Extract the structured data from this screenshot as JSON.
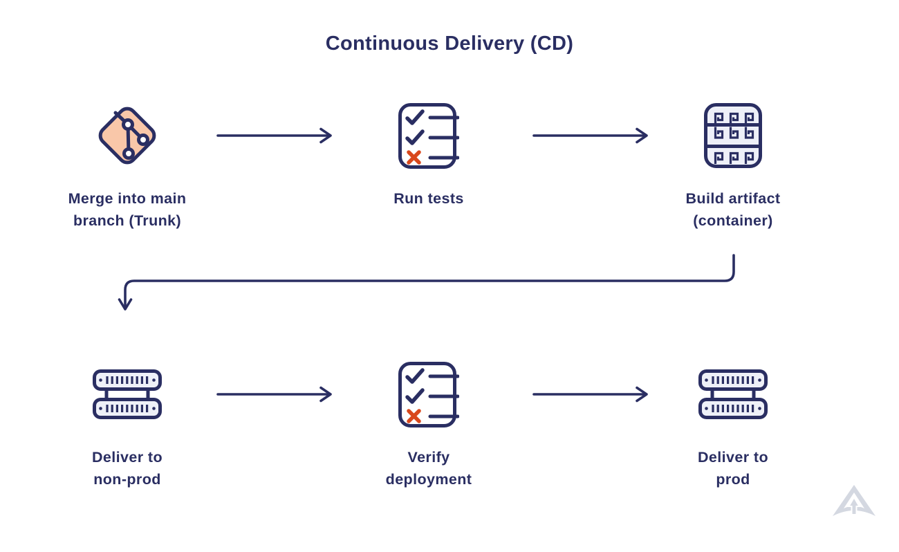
{
  "title": "Continuous Delivery (CD)",
  "nodes": [
    {
      "id": "merge-into-main-branch",
      "icon": "git-branch-icon",
      "lines": [
        "Merge into main",
        "branch (Trunk)"
      ]
    },
    {
      "id": "run-tests",
      "icon": "checklist-icon",
      "lines": [
        "Run tests"
      ]
    },
    {
      "id": "build-artifact",
      "icon": "container-pattern-icon",
      "lines": [
        "Build artifact",
        "(container)"
      ]
    },
    {
      "id": "deliver-to-non-prod",
      "icon": "server-stack-icon",
      "lines": [
        "Deliver to",
        "non-prod"
      ]
    },
    {
      "id": "verify-deployment",
      "icon": "checklist-icon",
      "lines": [
        "Verify",
        "deployment"
      ]
    },
    {
      "id": "deliver-to-prod",
      "icon": "server-stack-icon",
      "lines": [
        "Deliver to",
        "prod"
      ]
    }
  ],
  "edges": [
    {
      "from": "merge-into-main-branch",
      "to": "run-tests"
    },
    {
      "from": "run-tests",
      "to": "build-artifact"
    },
    {
      "from": "build-artifact",
      "to": "deliver-to-non-prod"
    },
    {
      "from": "deliver-to-non-prod",
      "to": "verify-deployment"
    },
    {
      "from": "verify-deployment",
      "to": "deliver-to-prod"
    }
  ],
  "colors": {
    "navy": "#2A2E62",
    "peach": "#F9C7A9",
    "lavender": "#EEF0F8",
    "orange_x": "#D9481C",
    "logo_grey": "#D4D8E1",
    "background": "#FFFFFF"
  }
}
